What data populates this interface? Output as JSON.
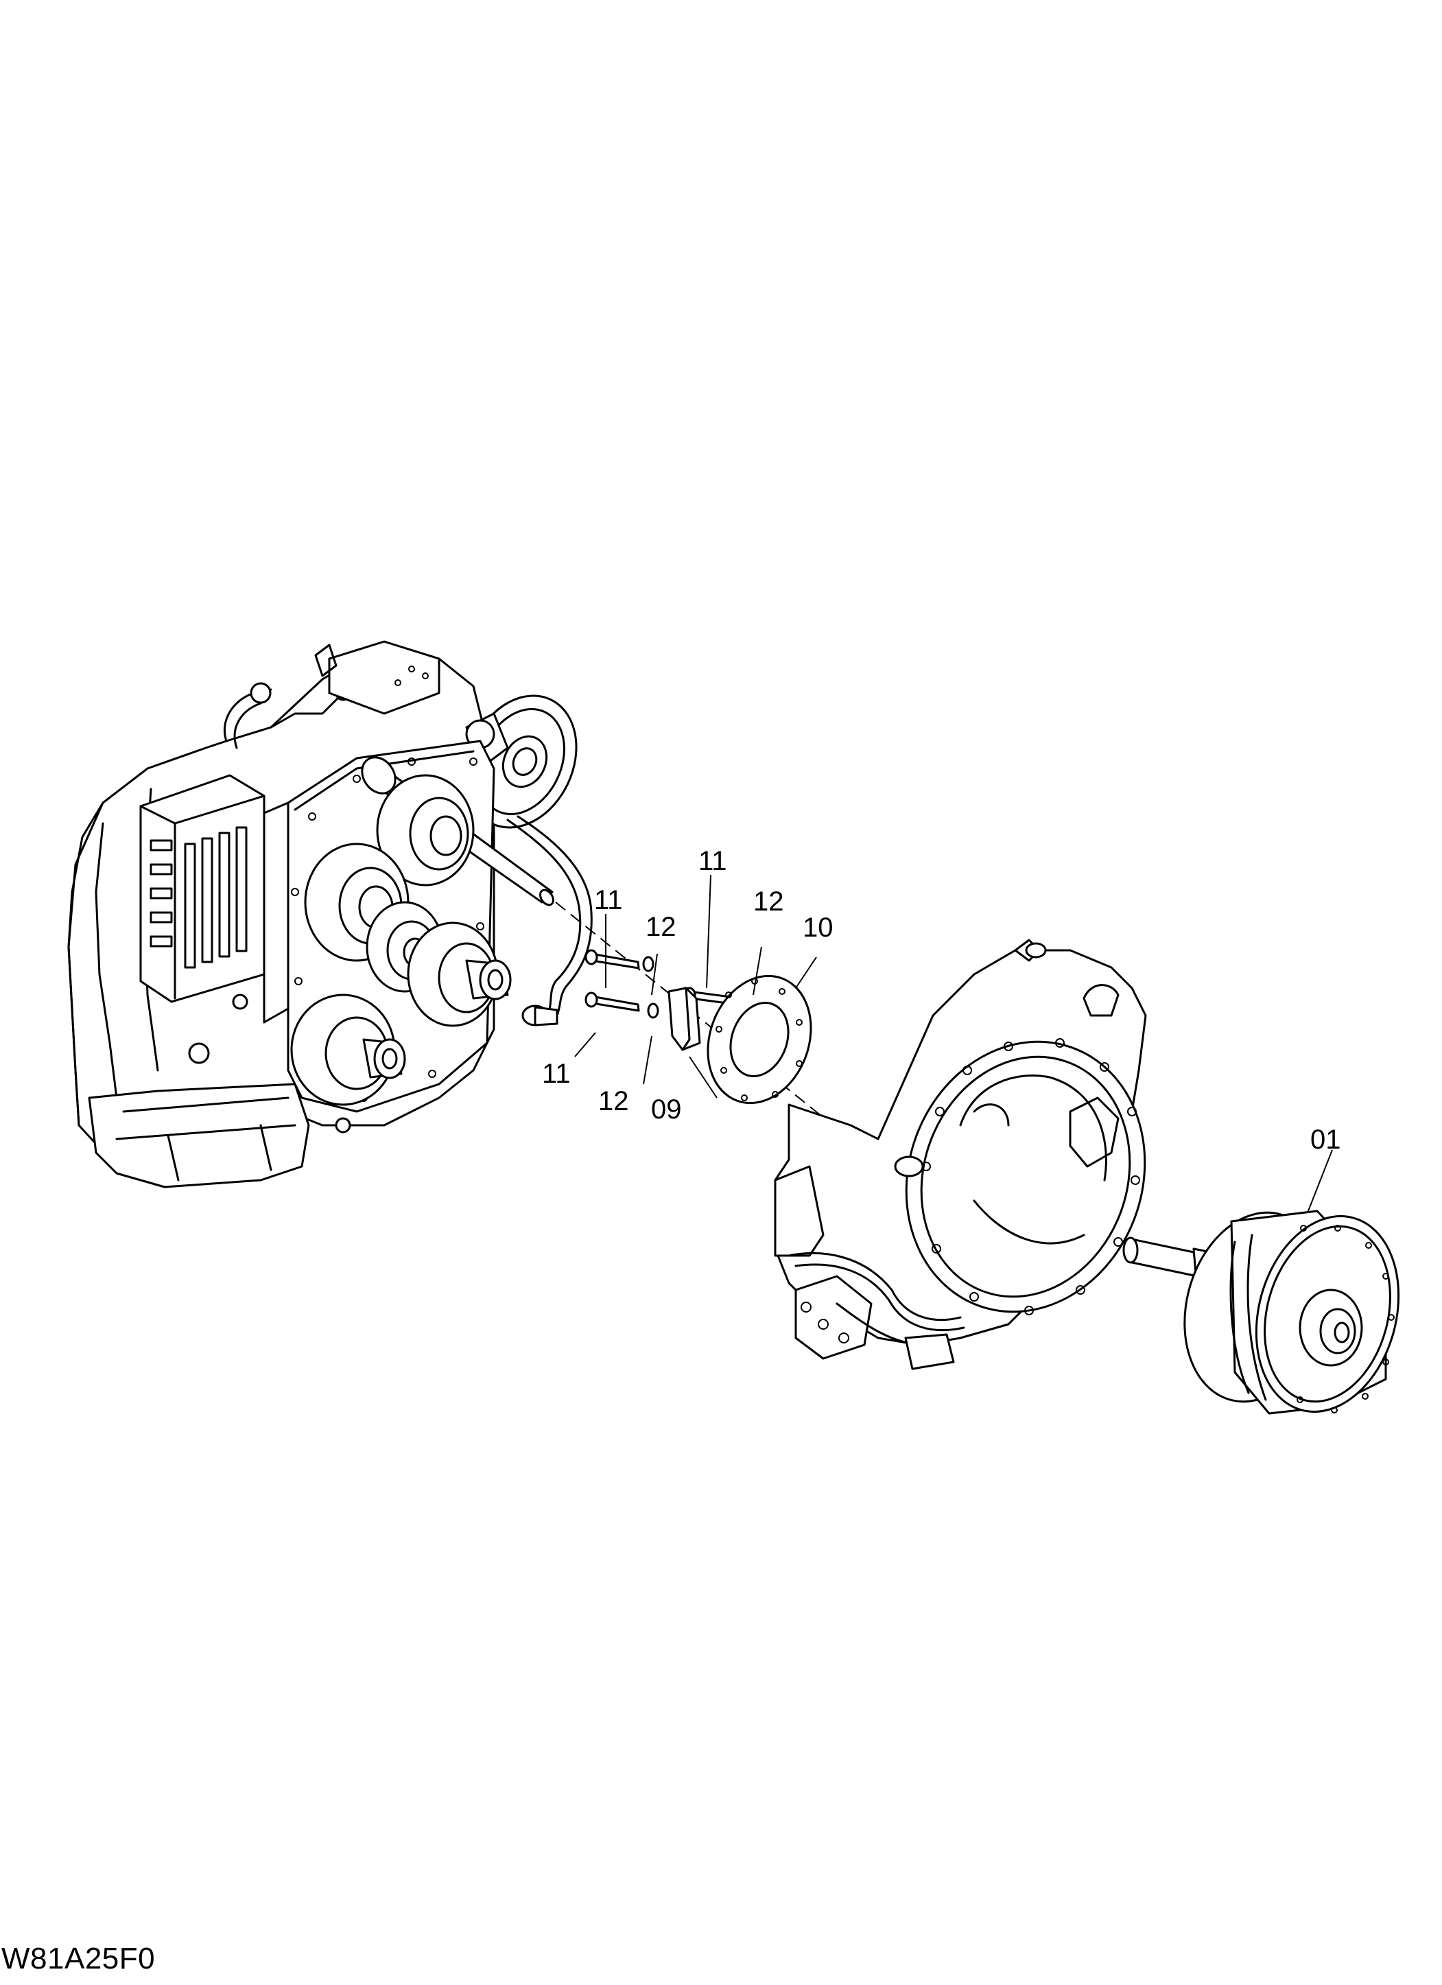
{
  "drawing_code": "W81A25F0",
  "callouts": {
    "c11_upper": "11",
    "c11_left": "11",
    "c11_lower": "11",
    "c12_left": "12",
    "c12_right": "12",
    "c12_lower": "12",
    "c10": "10",
    "c09": "09",
    "c01": "01"
  }
}
